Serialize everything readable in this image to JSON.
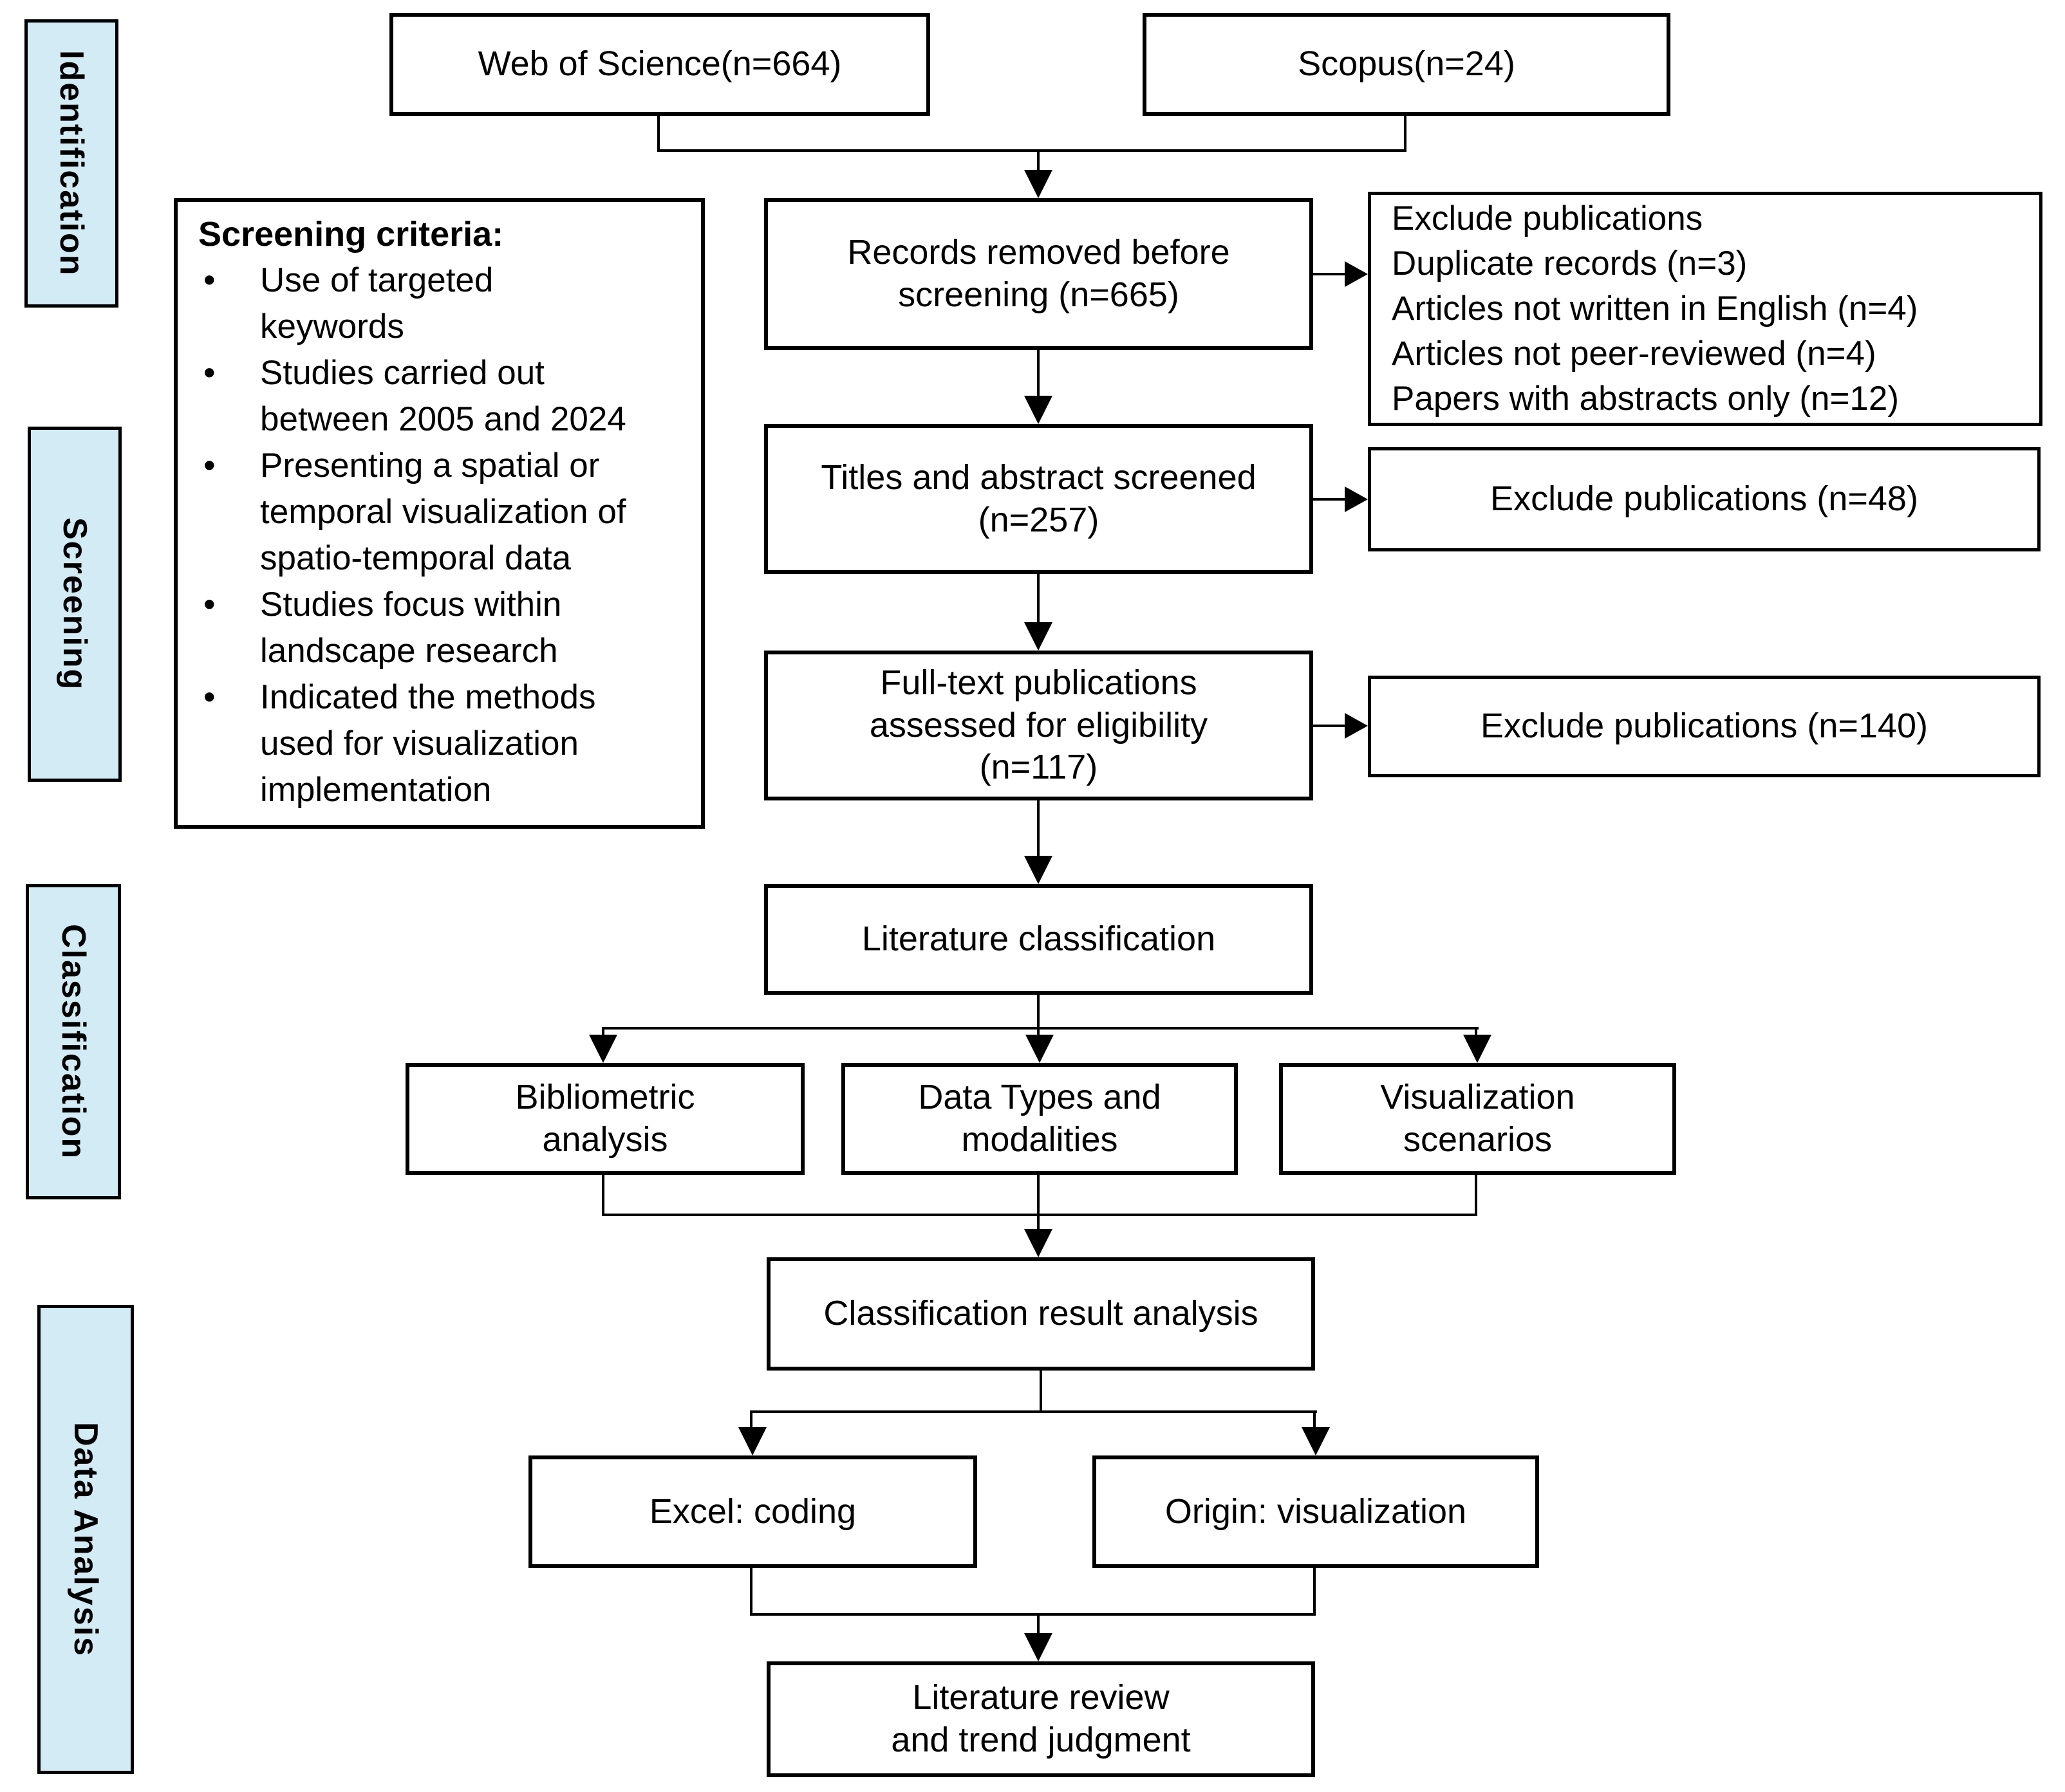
{
  "palette": {
    "stage_fill": "#d2ebf5",
    "node_fill": "#ffffff",
    "line_color": "#000000"
  },
  "stages": [
    {
      "label": "Identification"
    },
    {
      "label": "Screening"
    },
    {
      "label": "Classification"
    },
    {
      "label": "Data Analysis"
    }
  ],
  "nodes": {
    "web_of_science": {
      "label": "Web of Science(n=664)"
    },
    "scopus": {
      "label": "Scopus(n=24)"
    },
    "records_removed": {
      "label": "Records removed before\nscreening (n=665)"
    },
    "titles_screened": {
      "label": "Titles and abstract screened\n(n=257)"
    },
    "fulltext_assessed": {
      "label": "Full-text publications\nassessed for eligibility\n(n=117)"
    },
    "literature_classification": {
      "label": "Literature classification"
    },
    "classification_result": {
      "label": "Classification result analysis"
    },
    "literature_review": {
      "label": "Literature review\nand trend judgment"
    }
  },
  "branches": [
    {
      "label": "Bibliometric\nanalysis"
    },
    {
      "label": "Data Types and\nmodalities"
    },
    {
      "label": "Visualization\nscenarios"
    }
  ],
  "tools": [
    {
      "label": "Excel: coding"
    },
    {
      "label": "Origin: visualization"
    }
  ],
  "exclusions": {
    "before_screening_lines": [
      "Exclude publications",
      "Duplicate records (n=3)",
      "Articles not written in English (n=4)",
      "Articles not peer-reviewed (n=4)",
      "Papers with abstracts only (n=12)"
    ],
    "title_abstract": "Exclude publications (n=48)",
    "full_text": "Exclude publications (n=140)"
  },
  "screening_criteria": {
    "title": "Screening criteria:",
    "bullets": [
      {
        "lines": [
          "Use of targeted",
          "keywords"
        ]
      },
      {
        "lines": [
          "Studies carried out",
          "between 2005 and 2024"
        ]
      },
      {
        "lines": [
          "Presenting a spatial or",
          "temporal visualization of",
          "spatio-temporal data"
        ]
      },
      {
        "lines": [
          "Studies focus within",
          "landscape research"
        ]
      },
      {
        "lines": [
          "Indicated the methods",
          "used for visualization",
          "implementation"
        ]
      }
    ]
  }
}
